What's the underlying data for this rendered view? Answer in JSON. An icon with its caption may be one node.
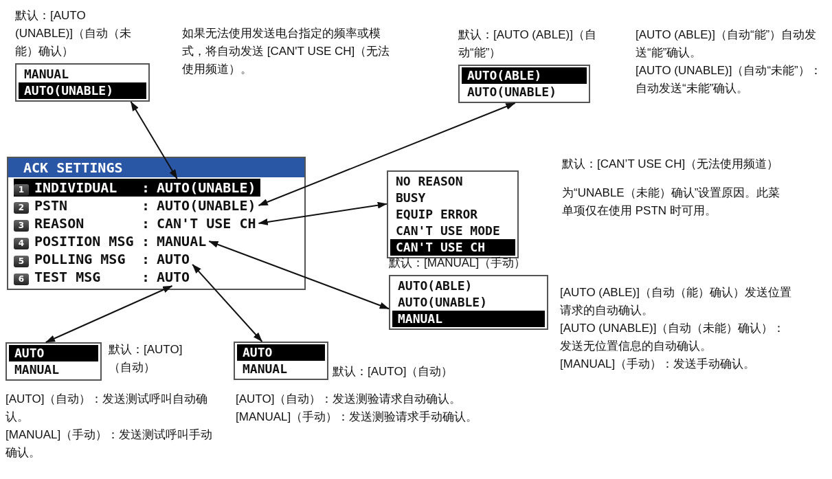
{
  "diagram": {
    "nodes": [
      {
        "text": [
          "默认：[AUTO (UNABLE)]（自动（未能）确认）",
          "MANUAL",
          "AUTO(UNABLE)"
        ]
      },
      {
        "text": [
          "默认：[AUTO (ABLE)]（自动“能”）",
          "AUTO(ABLE)",
          "AUTO(UNABLE)"
        ],
        "beside": [
          "[AUTO (ABLE)]（自动“能”）自动发送“能”确认。",
          "[AUTO (UNABLE)]（自动“未能”）：自动发送“未能”确认。"
        ]
      },
      {
        "text": [
          "ACK SETTINGS"
        ]
      },
      {
        "text": [
          "1",
          "INDIVIDUAL"
        ],
        "in": 2
      },
      {
        "text": [
          ":",
          "AUTO(UNABLE)"
        ],
        "in": 2
      },
      {
        "text": [
          "2",
          "PSTN"
        ],
        "in": 2
      },
      {
        "text": [
          ":",
          "AUTO(UNABLE)"
        ],
        "in": 2
      },
      {
        "text": [
          "3",
          "REASON"
        ],
        "in": 2
      },
      {
        "text": [
          ":",
          "CAN'T USE CH"
        ],
        "in": 2
      },
      {
        "text": [
          "4",
          "POSITION MSG"
        ],
        "in": 2
      },
      {
        "text": [
          ":",
          "MANUAL"
        ],
        "in": 2
      },
      {
        "text": [
          "5",
          "POLLING MSG"
        ],
        "in": 2
      },
      {
        "text": [
          ":",
          "AUTO"
        ],
        "in": 2
      },
      {
        "text": [
          "6",
          "TEST MSG"
        ],
        "in": 2
      },
      {
        "text": [
          ":",
          "AUTO"
        ],
        "in": 2
      },
      {
        "text": [
          "NO REASON",
          "BUSY",
          "EQUIP ERROR",
          "CAN'T USE MODE",
          "CAN'T USE CH"
        ],
        "beside": [
          "默认：[CAN’T USE CH]（无法使用频道）",
          "为“UNABLE（未能）确认”设置原因。此菜单项仅在使用 PSTN 时可用。"
        ]
      },
      {
        "text": [
          "默认：[MANUAL]（手动）",
          "AUTO(ABLE)",
          "AUTO(UNABLE)",
          "MANUAL"
        ],
        "beside": [
          "[AUTO (ABLE)]（自动（能）确认）发送位置请求的自动确认。",
          "[AUTO (UNABLE)]（自动（未能）确认）：发送无位置信息的自动确认。",
          "[MANUAL]（手动）：发送手动确认。"
        ]
      },
      {
        "text": [
          "AUTO",
          "MANUAL"
        ],
        "beside": [
          "默认：[AUTO]（自动）",
          "[AUTO]（自动）：发送测试呼叫自动确认。",
          "[MANUAL]（手动）：发送测试呼叫手动确认。"
        ]
      },
      {
        "text": [
          "AUTO",
          "MANUAL"
        ],
        "beside": [
          "默认：[AUTO]（自动）",
          "[AUTO]（自动）：发送测验请求自动确认。",
          "[MANUAL]（手动）：发送测验请求手动确认。"
        ]
      }
    ],
    "edges": [
      {
        "from": 4,
        "to": 0,
        "arrow": "both"
      },
      {
        "from": 6,
        "to": 1,
        "arrow": "both"
      },
      {
        "from": 8,
        "to": 15,
        "arrow": "both"
      },
      {
        "from": 10,
        "to": 16,
        "arrow": "both"
      },
      {
        "from": 14,
        "to": 17,
        "arrow": "both"
      },
      {
        "from": 12,
        "to": 18,
        "arrow": "both"
      }
    ],
    "labels": [
      "如果无法使用发送电台指定的频率或模式，将自动发送 [CAN'T USE CH]（无法使用频道）。"
    ]
  }
}
